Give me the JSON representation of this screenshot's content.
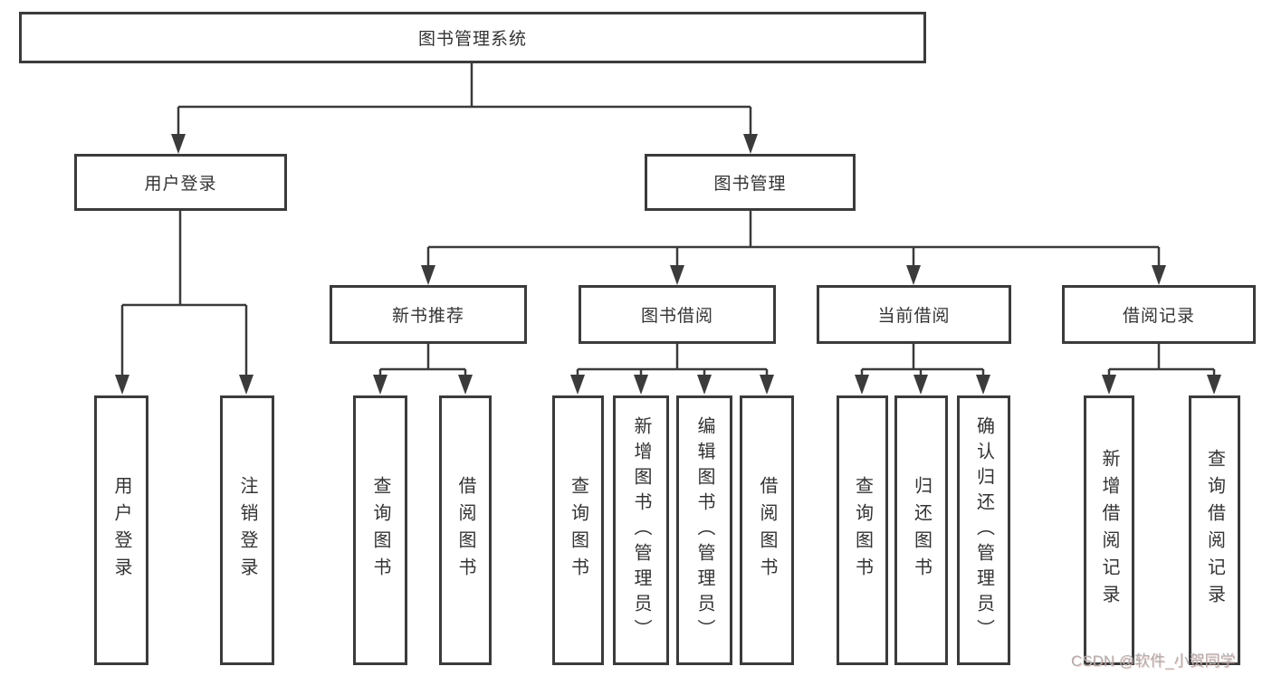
{
  "tree": {
    "label": "图书管理系统",
    "children": [
      {
        "label": "用户登录",
        "children": [
          {
            "label": "用户登录"
          },
          {
            "label": "注销登录"
          }
        ]
      },
      {
        "label": "图书管理",
        "children": [
          {
            "label": "新书推荐",
            "children": [
              {
                "label": "查询图书"
              },
              {
                "label": "借阅图书"
              }
            ]
          },
          {
            "label": "图书借阅",
            "children": [
              {
                "label": "查询图书"
              },
              {
                "label": "新增图书（管理员）"
              },
              {
                "label": "编辑图书（管理员）"
              },
              {
                "label": "借阅图书"
              }
            ]
          },
          {
            "label": "当前借阅",
            "children": [
              {
                "label": "查询图书"
              },
              {
                "label": "归还图书"
              },
              {
                "label": "确认归还（管理员）"
              }
            ]
          },
          {
            "label": "借阅记录",
            "children": [
              {
                "label": "新增借阅记录"
              },
              {
                "label": "查询借阅记录"
              }
            ]
          }
        ]
      }
    ]
  },
  "watermark": {
    "text": "CSDN @软件_小贺同学"
  },
  "colors": {
    "line": "#3b3b3b",
    "node_border": "#3b3b3b",
    "text": "#333333",
    "watermark": "#aeaeae",
    "background": "#ffffff"
  }
}
